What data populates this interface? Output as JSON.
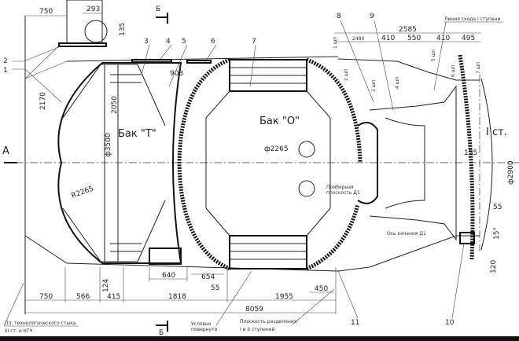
{
  "title": "Layout drawing of stage II with tanks and engines",
  "callouts": [
    "1",
    "2",
    "3",
    "4",
    "5",
    "6",
    "7",
    "8",
    "9",
    "10",
    "11"
  ],
  "tanks": {
    "fuel": "Бак \"Т\"",
    "oxidizer": "Бак \"О\"",
    "stage": "I ст."
  },
  "section_marks": {
    "view_a": "А",
    "section_b_top": "Б",
    "section_b_bottom": "Б"
  },
  "dimensions": {
    "top_750": "750",
    "top_293": "293",
    "d135": "135",
    "d2170": "2170",
    "d2050": "2050",
    "dia3500": "ф3500",
    "r2265": "R2265",
    "dia2265": "ф2265",
    "d903": "903",
    "d2585": "2585",
    "chain_top": [
      "2480",
      "410",
      "550",
      "410",
      "495"
    ],
    "d155": "155",
    "dia2900": "ф2900",
    "d55_right": "55",
    "angle15": "15°",
    "d120": "120",
    "d124": "124",
    "d640": "640",
    "d654": "654",
    "d55_bottom": "55",
    "d450": "450",
    "chain_bottom": [
      "750",
      "566",
      "415",
      "1818",
      "1955"
    ],
    "total": "8059"
  },
  "frames": [
    "1 шп",
    "2 шп",
    "3 шп",
    "4 шп",
    "5 шп",
    "6 шп",
    "7 шп"
  ],
  "annotations": {
    "separation_line": "Линия схода I ступени",
    "instrument_plane": [
      "Приборная",
      "плоскость Д1"
    ],
    "swing_axis": "Ось качания Д1",
    "tech_joint": [
      "Пл. технологического стыка",
      "III ст. и КГЧ"
    ],
    "rotated": [
      "Условно",
      "повернуто"
    ],
    "separation_plane": [
      "Плоскость разделения",
      "I и II ступеней"
    ]
  }
}
